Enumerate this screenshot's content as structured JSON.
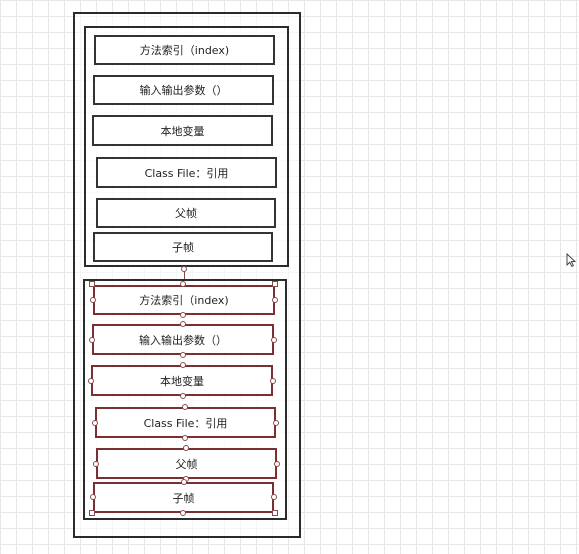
{
  "diagram": {
    "top_group": {
      "boxes": [
        "方法索引（index)",
        "输入输出参数（）",
        "本地变量",
        "Class File：引用",
        "父帧",
        "子帧"
      ]
    },
    "bottom_group": {
      "boxes": [
        "方法索引（index)",
        "输入输出参数（）",
        "本地变量",
        "Class File：引用",
        "父帧",
        "子帧"
      ]
    }
  },
  "colors": {
    "border": "#2b2b2b",
    "selection": "#8a4a4a",
    "grid": "#e7e7e7"
  },
  "icons": [
    "mouse-cursor-icon"
  ]
}
